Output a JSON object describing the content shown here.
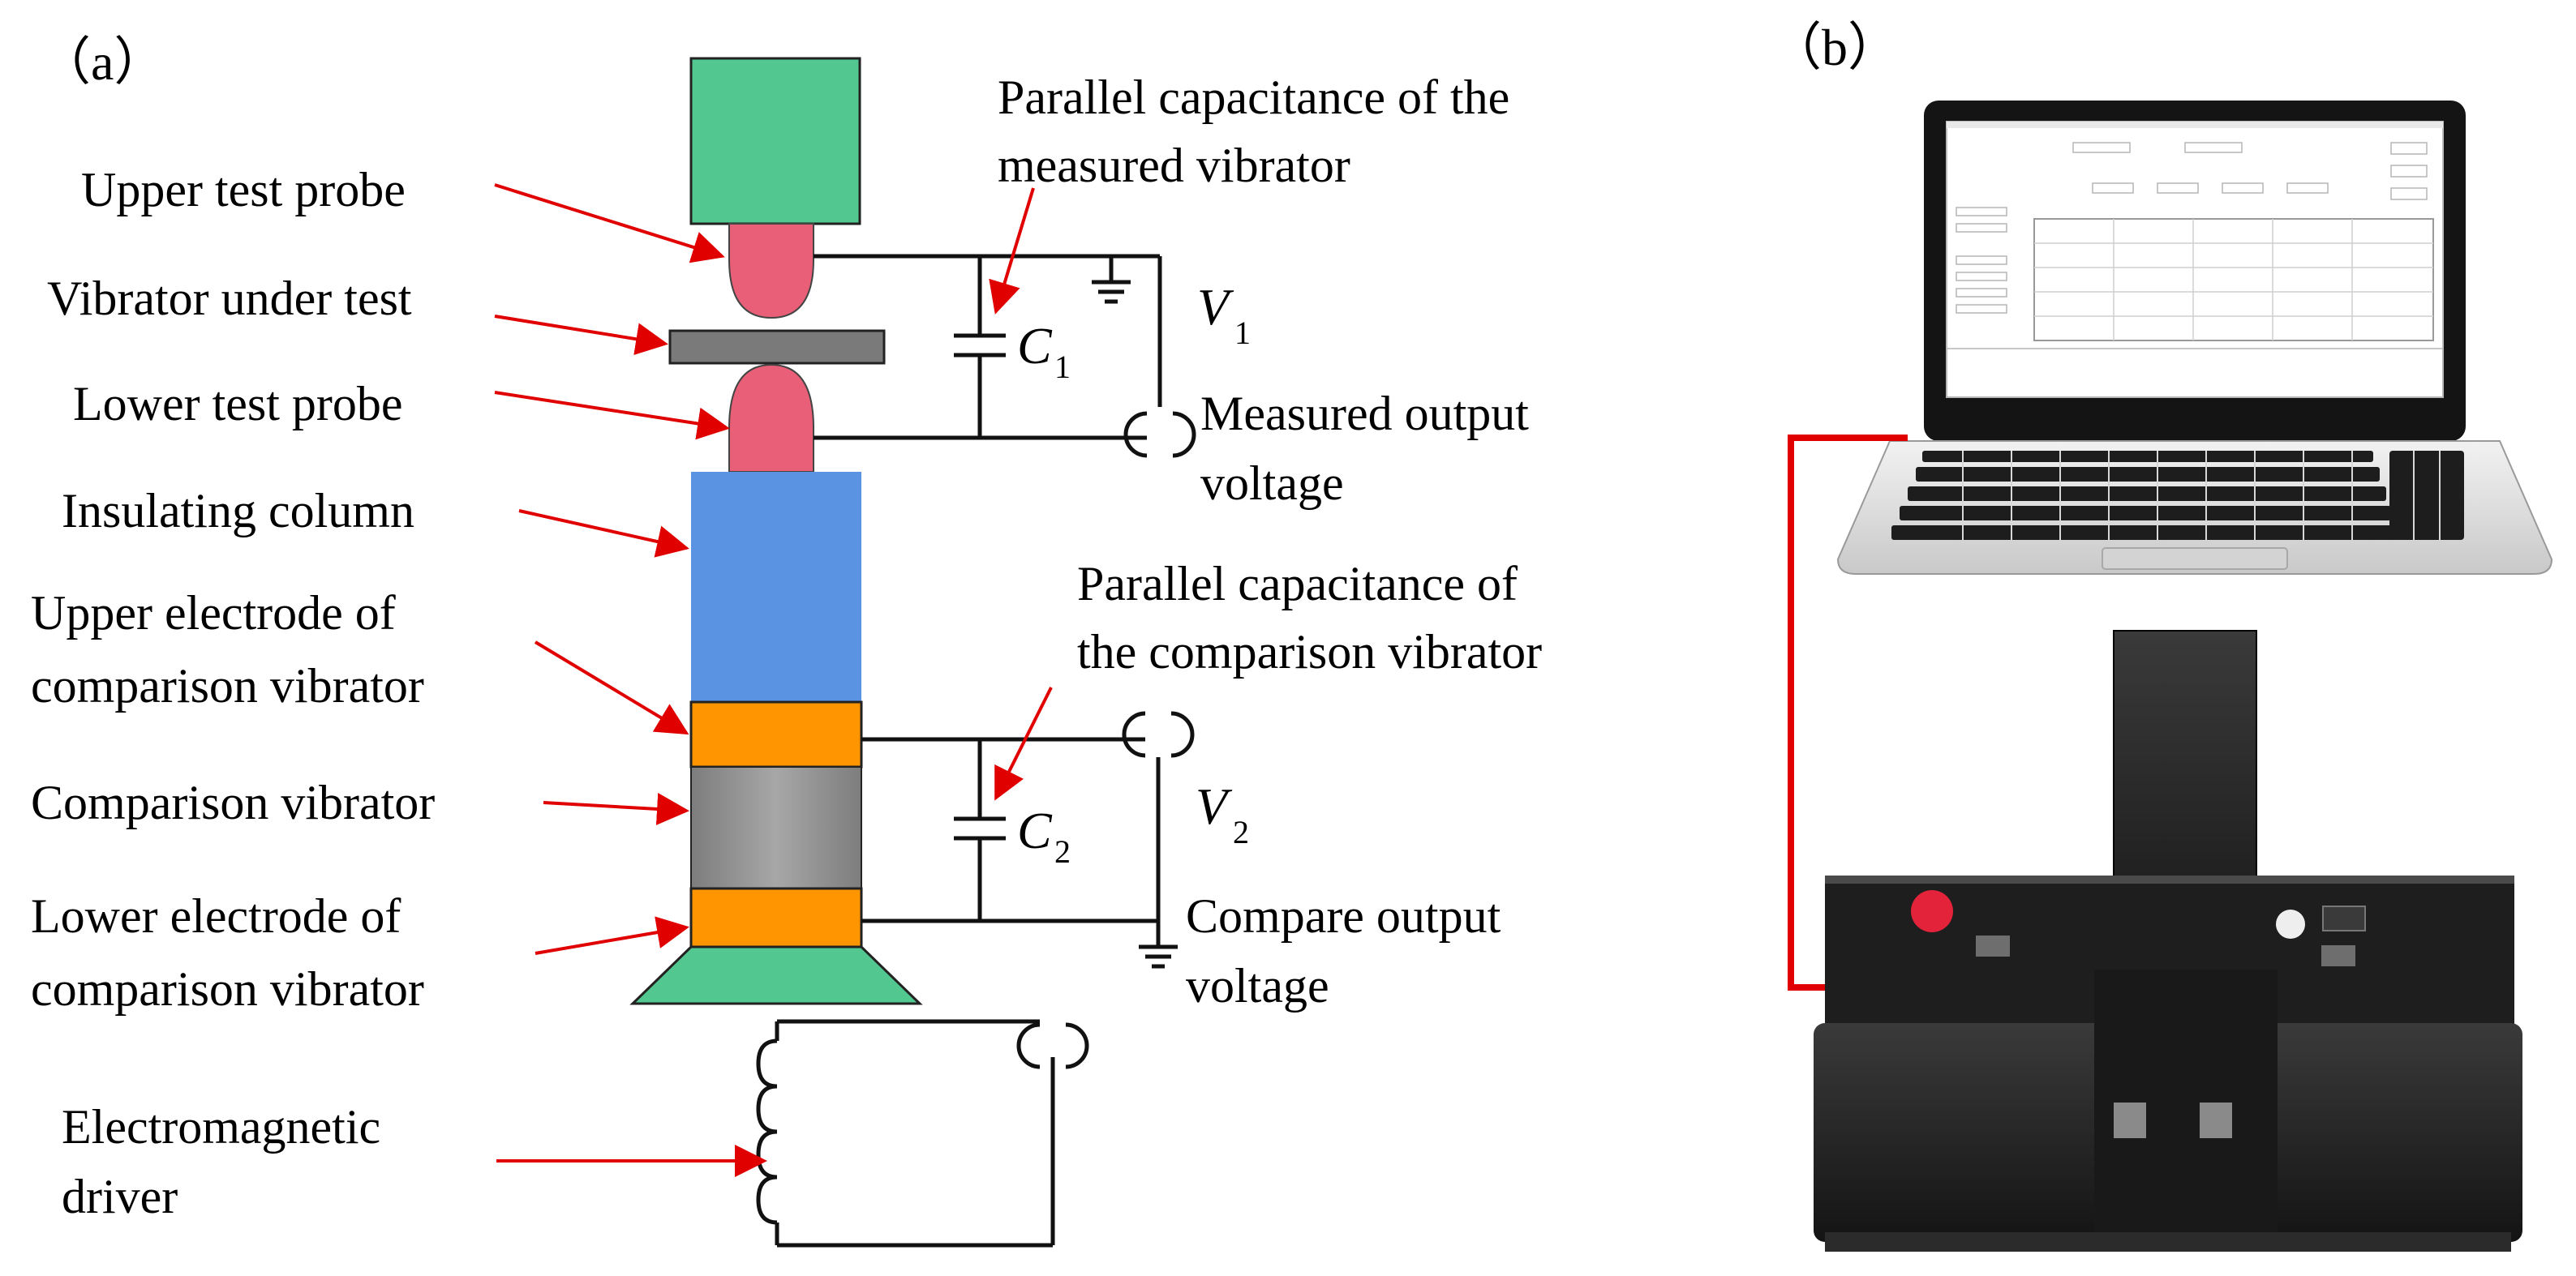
{
  "panel_a": {
    "label": "（a）",
    "labels": {
      "upper_test_probe": "Upper test probe",
      "vibrator_under_test": "Vibrator under test",
      "lower_test_probe": "Lower test probe",
      "insulating_column": "Insulating column",
      "upper_electrode_line1": "Upper electrode of",
      "upper_electrode_line2": "comparison vibrator",
      "comparison_vibrator": "Comparison vibrator",
      "lower_electrode_line1": "Lower electrode of",
      "lower_electrode_line2": "comparison vibrator",
      "driver_line1": "Electromagnetic",
      "driver_line2": "driver",
      "c1_note_line1": "Parallel capacitance of the",
      "c1_note_line2": "measured vibrator",
      "c2_note_line1": "Parallel capacitance of",
      "c2_note_line2": "the comparison vibrator",
      "measured_line1": "Measured output",
      "measured_line2": "voltage",
      "compare_line1": "Compare output",
      "compare_line2": "voltage"
    },
    "symbols": {
      "c1": "C",
      "c1_sub": "1",
      "c2": "C",
      "c2_sub": "2",
      "v1": "V",
      "v1_sub": "1",
      "v2": "V",
      "v2_sub": "2"
    }
  },
  "panel_b": {
    "label": "（b）"
  },
  "colors": {
    "probe_top_block": "#52c78f",
    "probe": "#e85f77",
    "insulating_column": "#5b93e3",
    "electrode": "#ff9500",
    "comparison_vibrator": "#8a8a8a",
    "base": "#52c78f",
    "arrow": "#e00000",
    "connection_cable": "#e00000",
    "device_body": "#222222"
  }
}
